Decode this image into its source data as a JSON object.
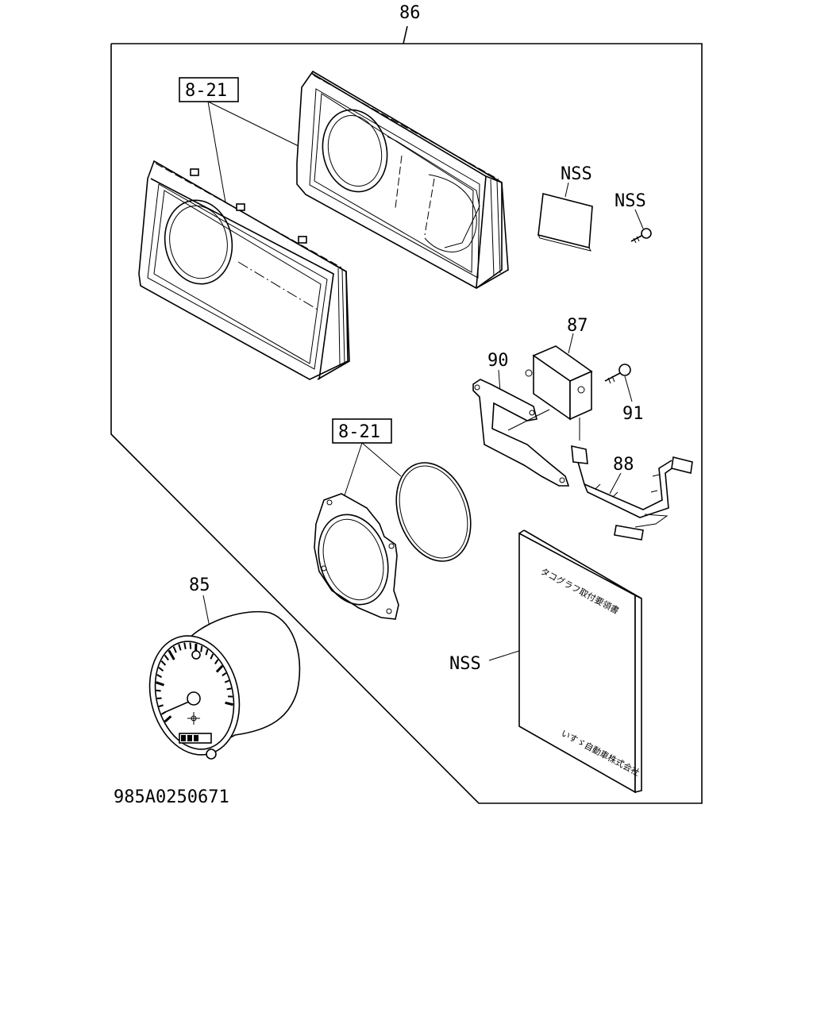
{
  "diagram": {
    "labels": {
      "assembly": "86",
      "ref_bezel": "8-21",
      "ref_ring": "8-21",
      "nss_pad": "NSS",
      "nss_screw": "NSS",
      "nss_manual": "NSS",
      "module": "87",
      "bracket": "90",
      "screw": "91",
      "harness": "88",
      "meter": "85",
      "drawing_number": "985A0250671"
    },
    "manual": {
      "title": "タコグラフ取付要領書",
      "publisher": "いすゞ自動車株式会社"
    }
  }
}
